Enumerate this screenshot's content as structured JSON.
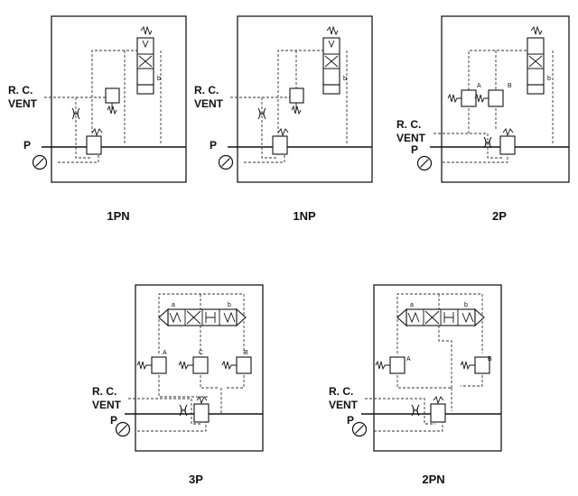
{
  "labels": {
    "rc": "R.  C.",
    "vent": "VENT",
    "p": "P",
    "port_a": "A",
    "port_b": "B",
    "port_c": "C",
    "sol_a": "a",
    "sol_b": "b"
  },
  "captions": {
    "d1": "1PN",
    "d2": "1NP",
    "d3": "2P",
    "d4": "3P",
    "d5": "2PN"
  }
}
